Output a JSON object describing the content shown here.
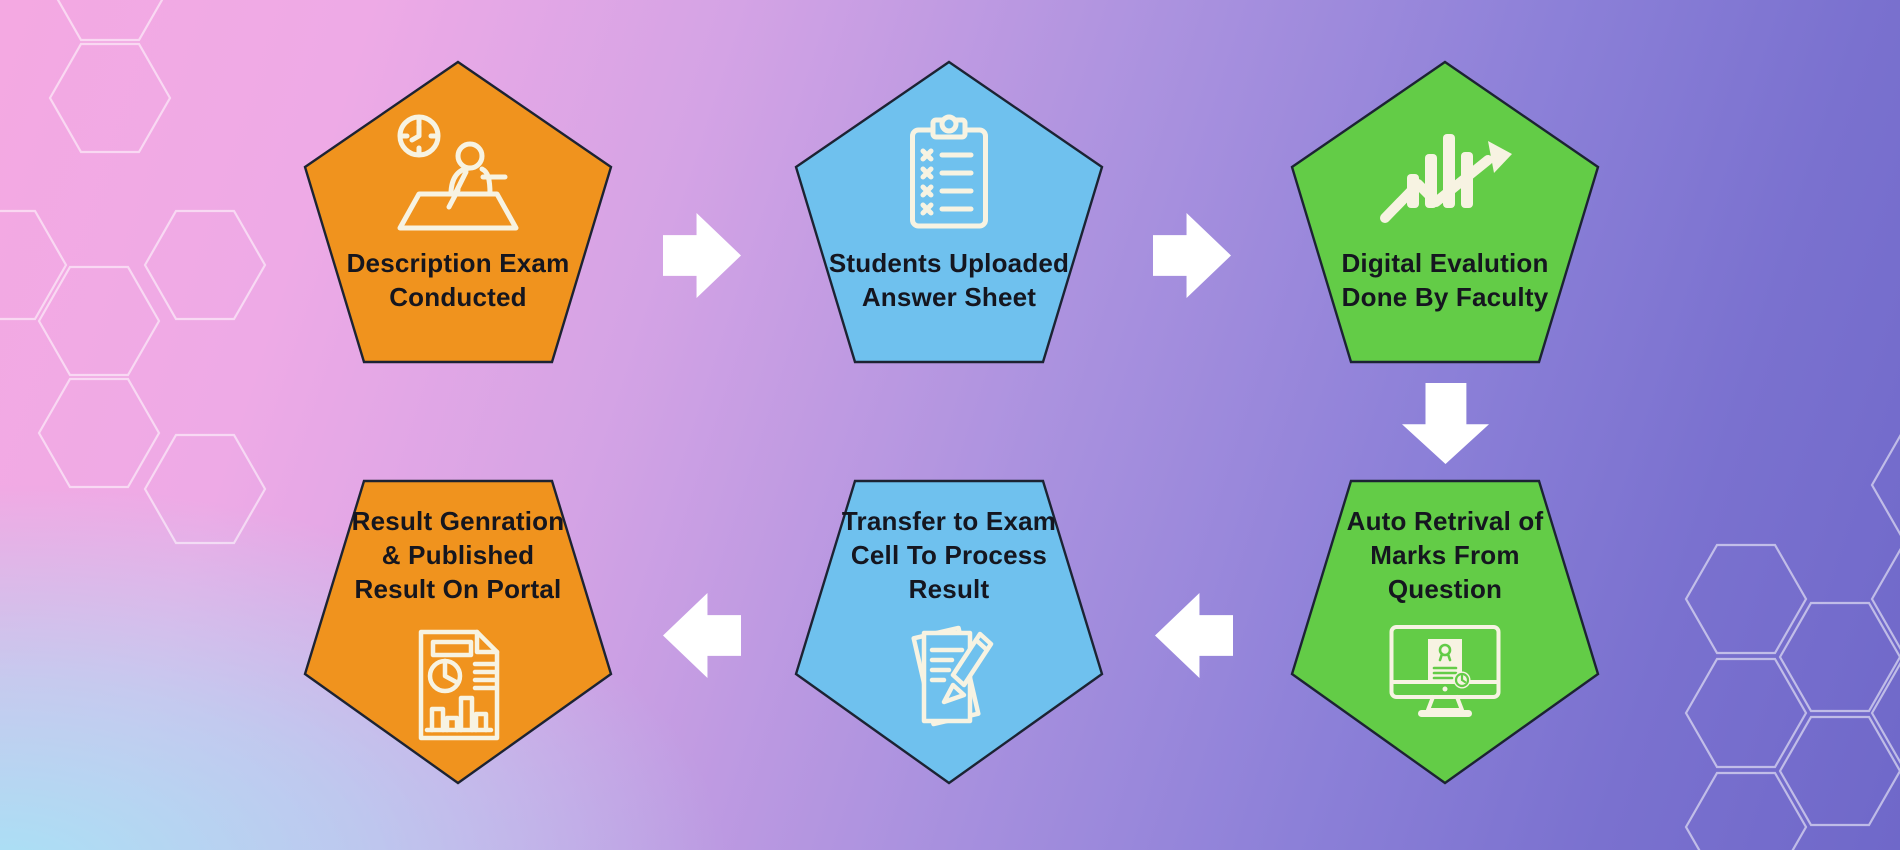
{
  "background": {
    "gradient_stops": [
      "#F4A9E2",
      "#D4A3E5",
      "#8C80D8",
      "#6F68C9"
    ],
    "corner_glow_color": "#A4E4F6",
    "hex_outline_color": "rgba(255,255,255,0.55)"
  },
  "flow": {
    "outline_color": "#1C2333",
    "text_color": "#15161F",
    "arrow_color": "#FFFFFF",
    "icon_stroke_color": "#F7F3E2",
    "steps": [
      {
        "label_lines": [
          "Description Exam",
          "Conducted"
        ],
        "color": "#F0931E",
        "icon": "exam-writing-clock-icon"
      },
      {
        "label_lines": [
          "Students Uploaded",
          "Answer Sheet"
        ],
        "color": "#6FC1EE",
        "icon": "answer-sheet-checklist-icon"
      },
      {
        "label_lines": [
          "Digital Evalution",
          "Done By Faculty"
        ],
        "color": "#63CC47",
        "icon": "digital-evaluation-graph-icon"
      },
      {
        "label_lines": [
          "Auto Retrival of",
          "Marks From",
          "Question"
        ],
        "color": "#63CC47",
        "icon": "marks-retrieval-monitor-icon"
      },
      {
        "label_lines": [
          "Transfer to Exam",
          "Cell To Process",
          "Result"
        ],
        "color": "#6FC1EE",
        "icon": "transfer-document-pencil-icon"
      },
      {
        "label_lines": [
          "Result Genration",
          "& Published",
          "Result On Portal"
        ],
        "color": "#F0931E",
        "icon": "result-report-icon"
      }
    ],
    "arrows": [
      {
        "name": "step1-to-step2",
        "direction": "right"
      },
      {
        "name": "step2-to-step3",
        "direction": "right"
      },
      {
        "name": "step3-to-step4",
        "direction": "down"
      },
      {
        "name": "step4-to-step5",
        "direction": "left"
      },
      {
        "name": "step5-to-step6",
        "direction": "left"
      }
    ]
  }
}
